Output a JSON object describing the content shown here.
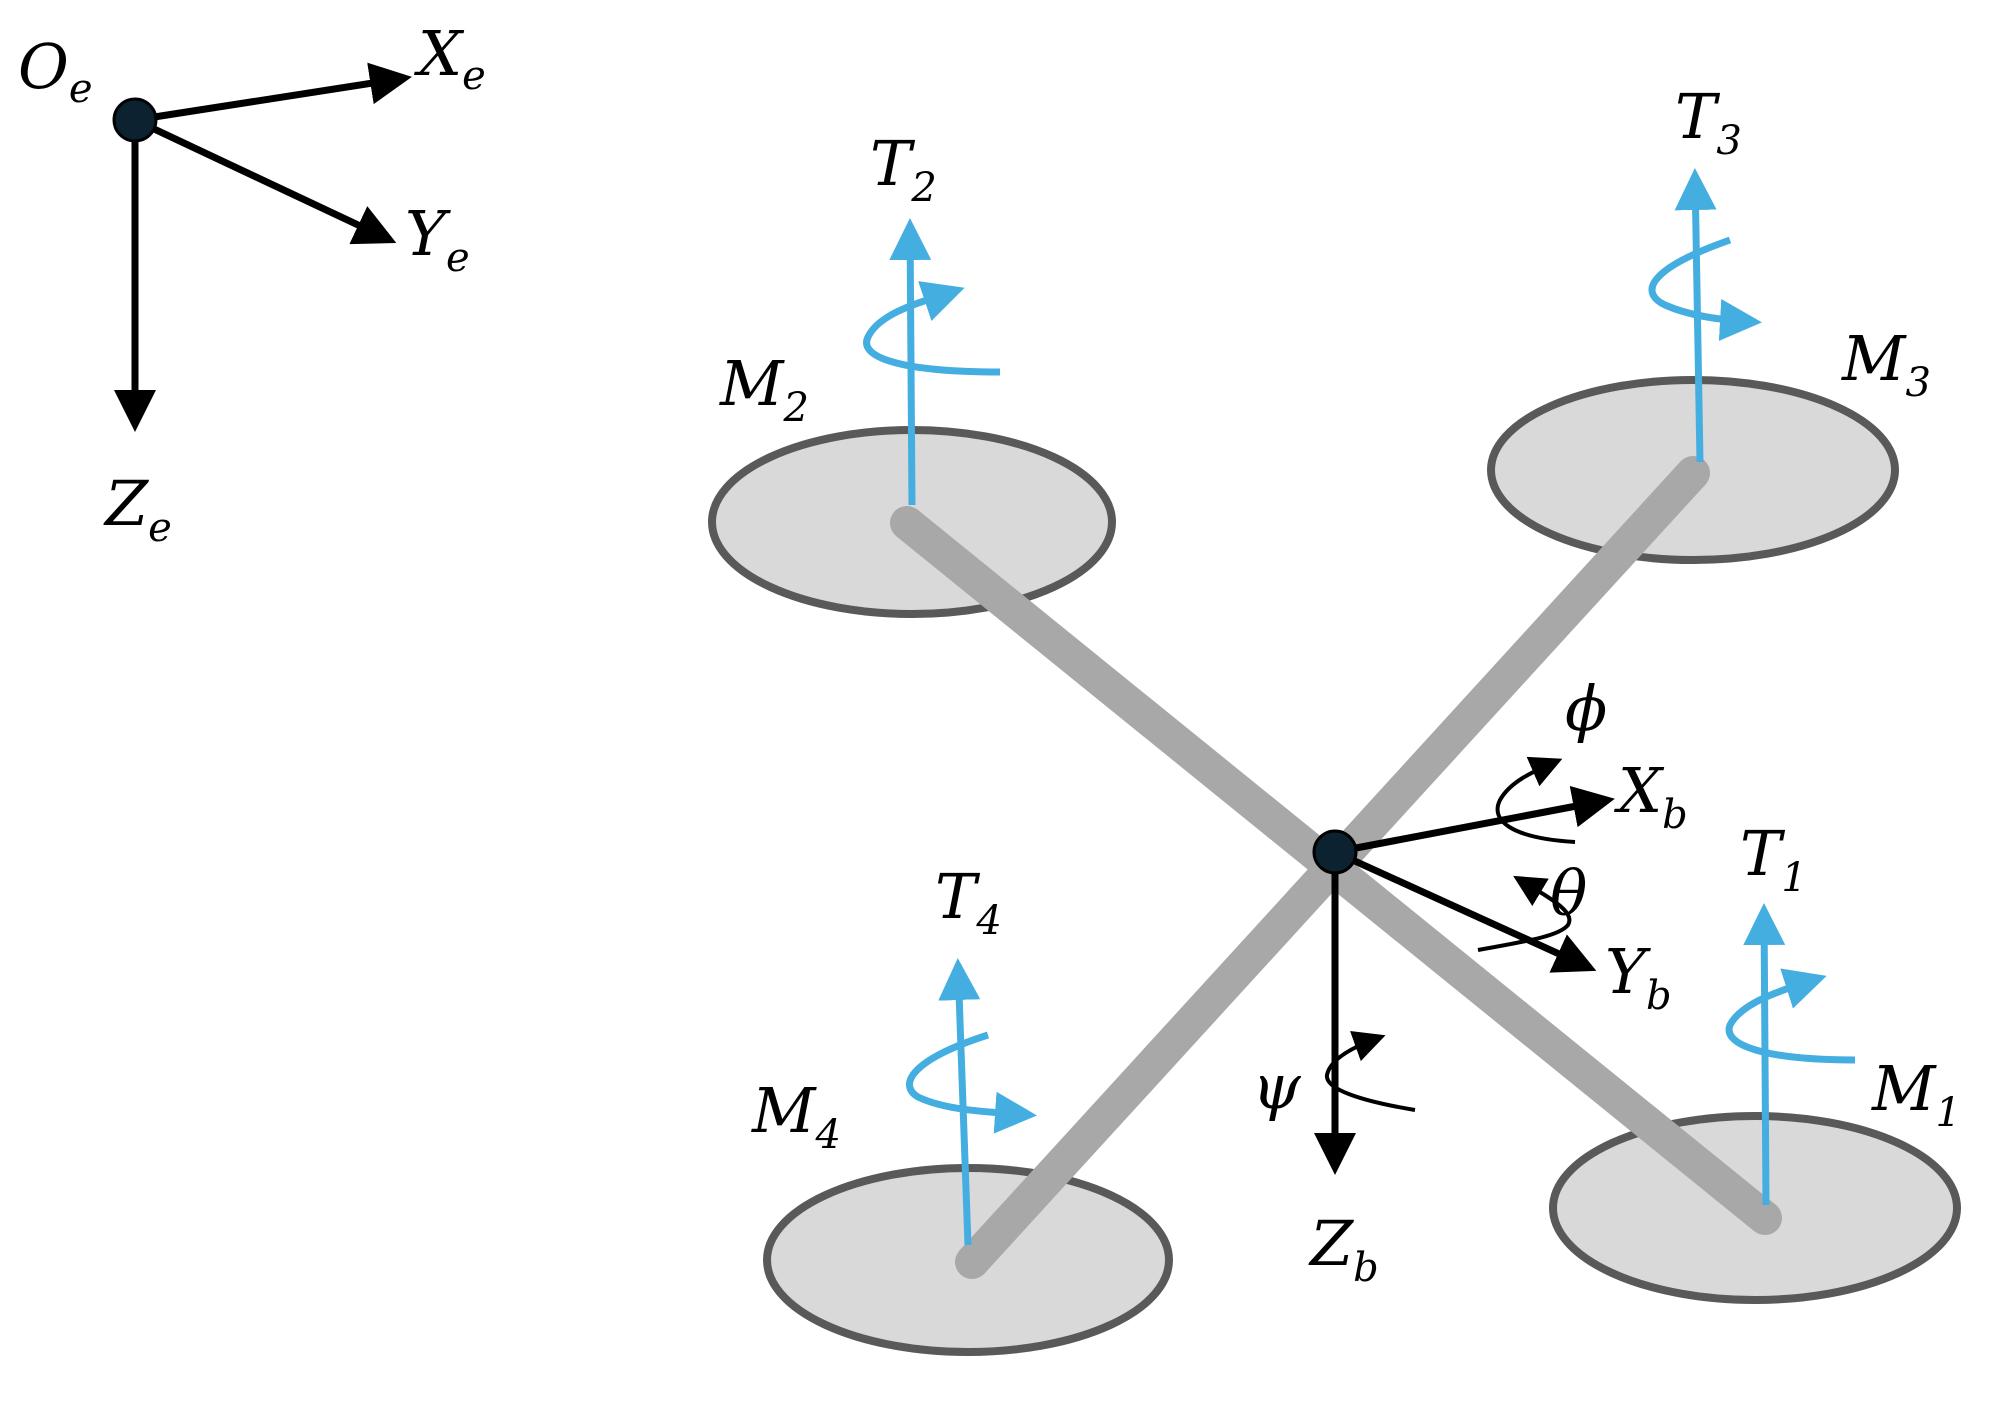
{
  "colors": {
    "axis": "#000000",
    "thrust": "#45aee0",
    "arm": "#a8a8a8",
    "rotor_fill": "#d9d9d9",
    "rotor_stroke": "#595959",
    "node": "#0d2230"
  },
  "earth_frame": {
    "origin": {
      "main": "O",
      "sub": "e"
    },
    "x_axis": {
      "main": "X",
      "sub": "e"
    },
    "y_axis": {
      "main": "Y",
      "sub": "e"
    },
    "z_axis": {
      "main": "Z",
      "sub": "e"
    }
  },
  "body_frame": {
    "x_axis": {
      "main": "X",
      "sub": "b"
    },
    "y_axis": {
      "main": "Y",
      "sub": "b"
    },
    "z_axis": {
      "main": "Z",
      "sub": "b"
    },
    "roll": "ϕ",
    "pitch": "θ",
    "yaw": "ψ"
  },
  "rotors": [
    {
      "motor": {
        "main": "M",
        "sub": "1"
      },
      "thrust": {
        "main": "T",
        "sub": "1"
      }
    },
    {
      "motor": {
        "main": "M",
        "sub": "2"
      },
      "thrust": {
        "main": "T",
        "sub": "2"
      }
    },
    {
      "motor": {
        "main": "M",
        "sub": "3"
      },
      "thrust": {
        "main": "T",
        "sub": "3"
      }
    },
    {
      "motor": {
        "main": "M",
        "sub": "4"
      },
      "thrust": {
        "main": "T",
        "sub": "4"
      }
    }
  ]
}
